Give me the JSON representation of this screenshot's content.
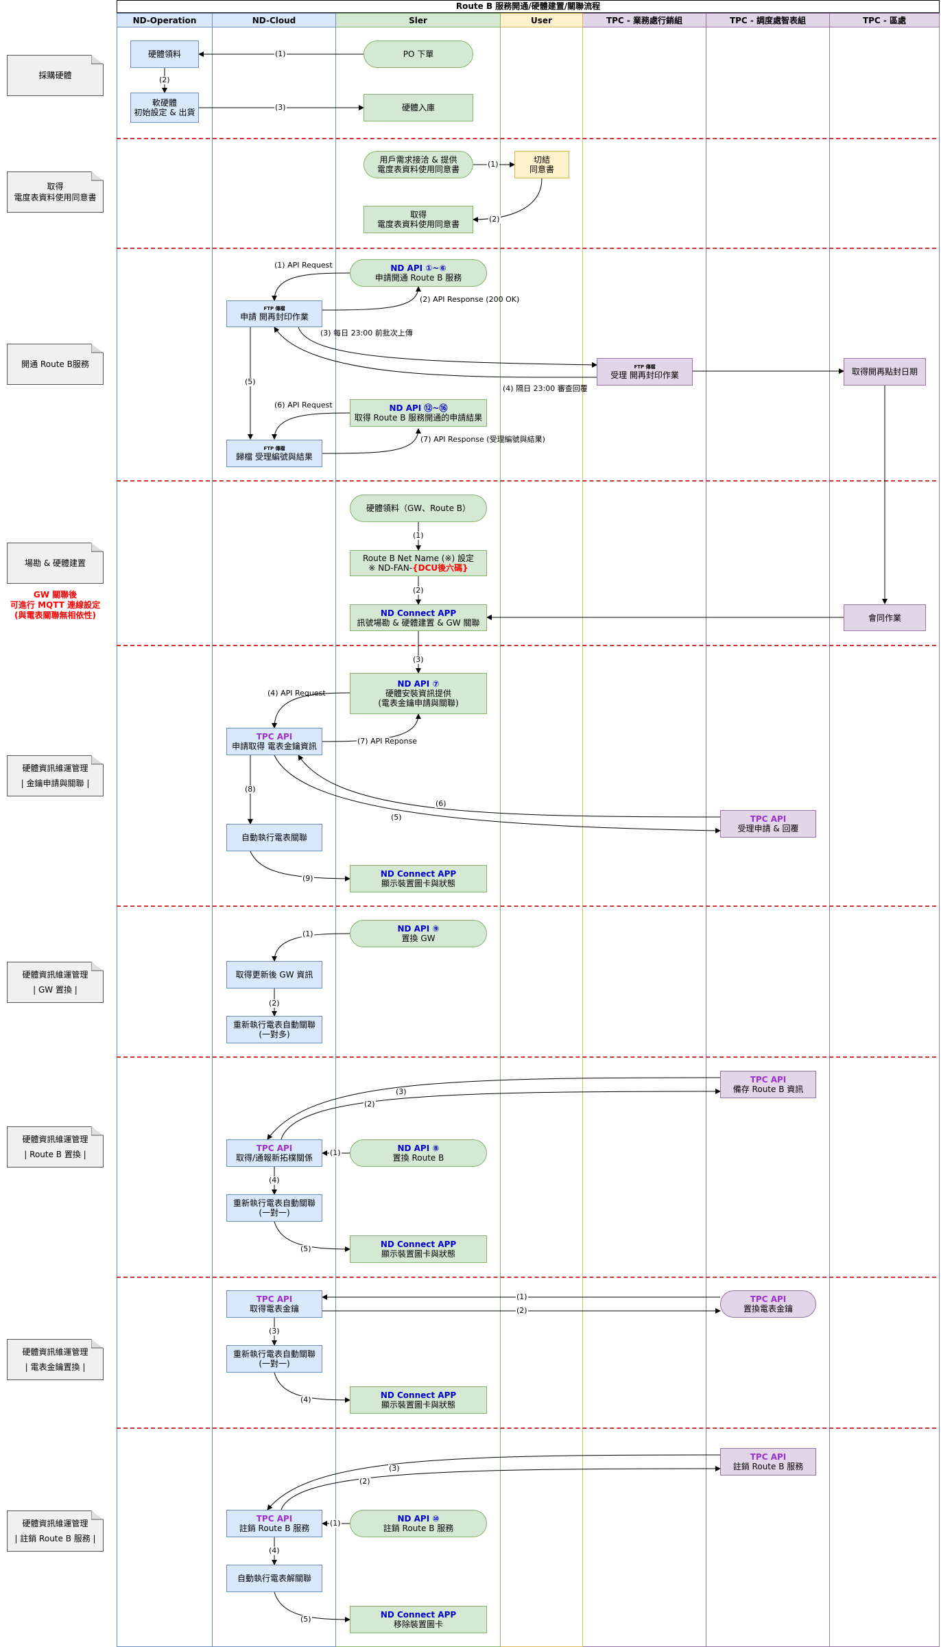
{
  "title": "Route B 服務開通/硬體建置/關聯流程",
  "lanes": [
    "ND-Operation",
    "ND-Cloud",
    "Sler",
    "User",
    "TPC - 業務處行銷組",
    "TPC - 調度處智表組",
    "TPC - 區處"
  ],
  "phases": [
    {
      "lines": [
        "採購硬體"
      ]
    },
    {
      "lines": [
        "取得",
        "電度表資料使用同意書"
      ]
    },
    {
      "lines": [
        "開通 Route B服務"
      ]
    },
    {
      "lines": [
        "場勘 & 硬體建置"
      ]
    },
    {
      "lines": [
        "硬體資訊維運管理",
        "",
        "| 金鑰申請與關聯 |"
      ]
    },
    {
      "lines": [
        "硬體資訊維運管理",
        "",
        "| GW 置換 |"
      ]
    },
    {
      "lines": [
        "硬體資訊維運管理",
        "",
        "| Route B 置換 |"
      ]
    },
    {
      "lines": [
        "硬體資訊維運管理",
        "",
        "| 電表金鑰置換 |"
      ]
    },
    {
      "lines": [
        "硬體資訊維運管理",
        "",
        "| 註銷 Route B 服務 |"
      ]
    }
  ],
  "gw_note": [
    "GW 關聯後",
    "可進行 MQTT 連線設定",
    "(與電表關聯無相依性)"
  ],
  "nodes": {
    "hw_pick": [
      "硬體領料"
    ],
    "sw_setup": [
      "軟硬體",
      "初始設定 & 出貨"
    ],
    "po": [
      "PO 下單"
    ],
    "hw_in": [
      "硬體入庫"
    ],
    "user_req": [
      "用戶需求接洽 & 提供",
      "電度表資料使用同意書"
    ],
    "sign": [
      "切結",
      "同意書"
    ],
    "get_consent": [
      "取得",
      "電度表資料使用同意書"
    ],
    "api16": {
      "head": "ND API ①~⑥",
      "body": "申請開通 Route B 服務"
    },
    "ftp1": {
      "head": "FTP 傳檔",
      "body": "申請 開再封印作業"
    },
    "tpc_accept": {
      "head": "FTP 傳檔",
      "body": "受理 開再封印作業"
    },
    "get_date": [
      "取得開再點封日期"
    ],
    "api_result": {
      "head": "ND API ⑫~⑯",
      "body": "取得 Route B 服務開通的申請結果"
    },
    "ftp2": {
      "head": "FTP 傳檔",
      "body": "歸檔 受理編號與結果"
    },
    "hw_pick2": [
      "硬體領料（GW、Route B）"
    ],
    "netname": {
      "line1": "Route B Net Name (※) 設定",
      "prefix": "※ ND-FAN-",
      "highlight": "{DCU後六碼}"
    },
    "connect1": {
      "head": "ND Connect APP",
      "body": "訊號場勘 & 硬體建置 & GW 關聯"
    },
    "tpc_coop": [
      "會同作業"
    ],
    "api7": {
      "head": "ND API ⑦",
      "body": [
        "硬體安裝資訊提供",
        "(電表金鑰申請與關聯)"
      ]
    },
    "tpc_key_req": {
      "head": "TPC API",
      "body": "申請取得 電表金鑰資訊"
    },
    "tpc_key_accept": {
      "head": "TPC API",
      "body": "受理申請 & 回覆"
    },
    "auto_link": [
      "自動執行電表關聯"
    ],
    "connect2": {
      "head": "ND Connect APP",
      "body": "顯示裝置圖卡與狀態"
    },
    "api9": {
      "head": "ND API ⑨",
      "body": "置換 GW"
    },
    "get_gw": [
      "取得更新後 GW 資訊"
    ],
    "relink_many": [
      "重新執行電表自動關聯",
      "(一對多)"
    ],
    "tpc_backup": {
      "head": "TPC API",
      "body": "備存 Route B 資訊"
    },
    "tpc_topo": {
      "head": "TPC API",
      "body": "取得/通報新拓樸關係"
    },
    "api8": {
      "head": "ND API ⑧",
      "body": "置換 Route B"
    },
    "relink_one1": [
      "重新執行電表自動關聯",
      "(一對一)"
    ],
    "connect3": {
      "head": "ND Connect APP",
      "body": "顯示裝置圖卡與狀態"
    },
    "tpc_getkey": {
      "head": "TPC API",
      "body": "取得電表金鑰"
    },
    "tpc_replkey": {
      "head": "TPC API",
      "body": "置換電表金鑰"
    },
    "relink_one2": [
      "重新執行電表自動關聯",
      "(一對一)"
    ],
    "connect4": {
      "head": "ND Connect APP",
      "body": "顯示裝置圖卡與狀態"
    },
    "tpc_cancel_backup": {
      "head": "TPC API",
      "body": "註銷 Route B 服務"
    },
    "tpc_cancel": {
      "head": "TPC API",
      "body": "註銷 Route B 服務"
    },
    "api10": {
      "head": "ND API ⑩",
      "body": "註銷 Route B 服務"
    },
    "auto_unlink": [
      "自動執行電表解關聯"
    ],
    "connect5": {
      "head": "ND Connect APP",
      "body": "移除裝置圖卡"
    }
  },
  "labels": {
    "s1_1": "(1)",
    "s1_2": "(2)",
    "s1_3": "(3)",
    "s2_1": "(1)",
    "s2_2": "(2)",
    "s3_1": "(1)  API Request",
    "s3_2": "(2) API Response (200 OK)",
    "s3_3": "(3) 每日 23:00 前批次上傳",
    "s3_4": "(4) 隔日 23:00 審查回覆",
    "s3_5": "(5)",
    "s3_6": "(6) API Request",
    "s3_7": "(7) API Response (受理編號與結果)",
    "s4_1": "(1)",
    "s4_2": "(2)",
    "s4_3": "(3)",
    "s5_4": "(4) API Request",
    "s5_7": "(7) API Reponse",
    "s5_8": "(8)",
    "s5_6": "(6)",
    "s5_5": "(5)",
    "s5_9": "(9)",
    "s6_1": "(1)",
    "s6_2": "(2)",
    "s7_3": "(3)",
    "s7_2": "(2)",
    "s7_1": "(1)",
    "s7_4": "(4)",
    "s7_5": "(5)",
    "s8_1": "(1)",
    "s8_2": "(2)",
    "s8_3": "(3)",
    "s8_4": "(4)",
    "s9_3": "(3)",
    "s9_2": "(2)",
    "s9_1": "(1)",
    "s9_4": "(4)",
    "s9_5": "(5)"
  },
  "colors": {
    "blue_fill": "#dae8fc",
    "green_fill": "#d5e8d4",
    "yellow_fill": "#fff2cc",
    "purple_fill": "#e1d5e7",
    "separator": "#cc3333",
    "api_blue": "#0000cc",
    "tpc_purple": "#9933cc"
  }
}
